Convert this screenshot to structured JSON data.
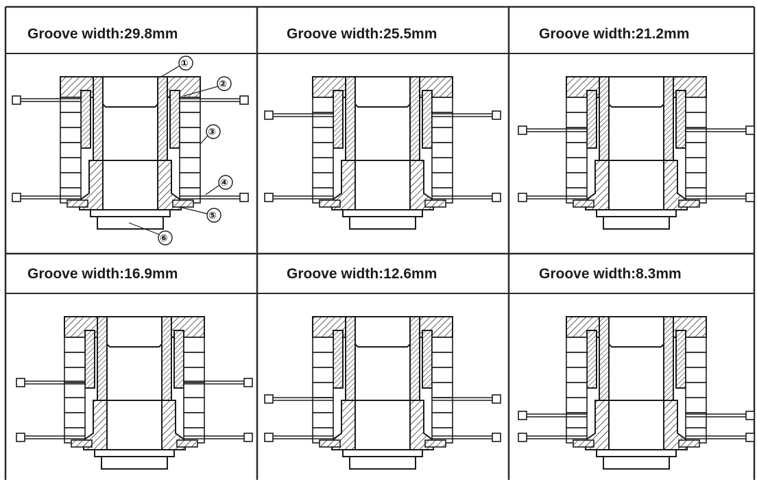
{
  "panels": [
    {
      "title": "Groove width:29.8mm",
      "groove_mm": 29.8,
      "callouts": [
        "①",
        "②",
        "③",
        "④",
        "⑤",
        "⑥"
      ]
    },
    {
      "title": "Groove width:25.5mm",
      "groove_mm": 25.5
    },
    {
      "title": "Groove width:21.2mm",
      "groove_mm": 21.2
    },
    {
      "title": "Groove width:16.9mm",
      "groove_mm": 16.9
    },
    {
      "title": "Groove width:12.6mm",
      "groove_mm": 12.6
    },
    {
      "title": "Groove width:8.3mm",
      "groove_mm": 8.3
    }
  ],
  "colors": {
    "line": "#1a1a1a",
    "background": "#ffffff",
    "grid": "#2a2a2a"
  }
}
